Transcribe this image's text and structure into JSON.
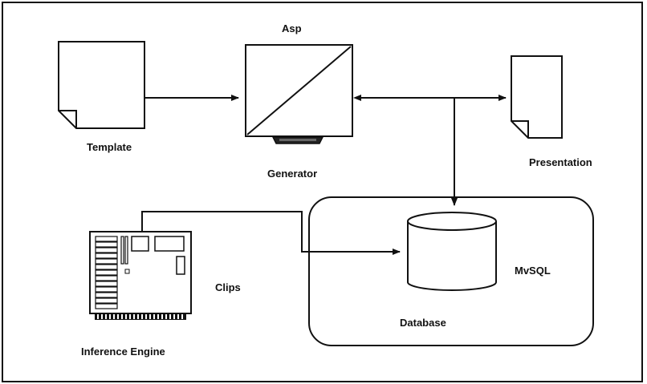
{
  "labels": {
    "template": "Template",
    "asp": "Asp",
    "generator": "Generator",
    "presentation": "Presentation",
    "clips": "Clips",
    "inference_engine": "Inference Engine",
    "mysql": "MvSQL",
    "database": "Database"
  },
  "colors": {
    "stroke": "#111111",
    "background": "#ffffff"
  }
}
